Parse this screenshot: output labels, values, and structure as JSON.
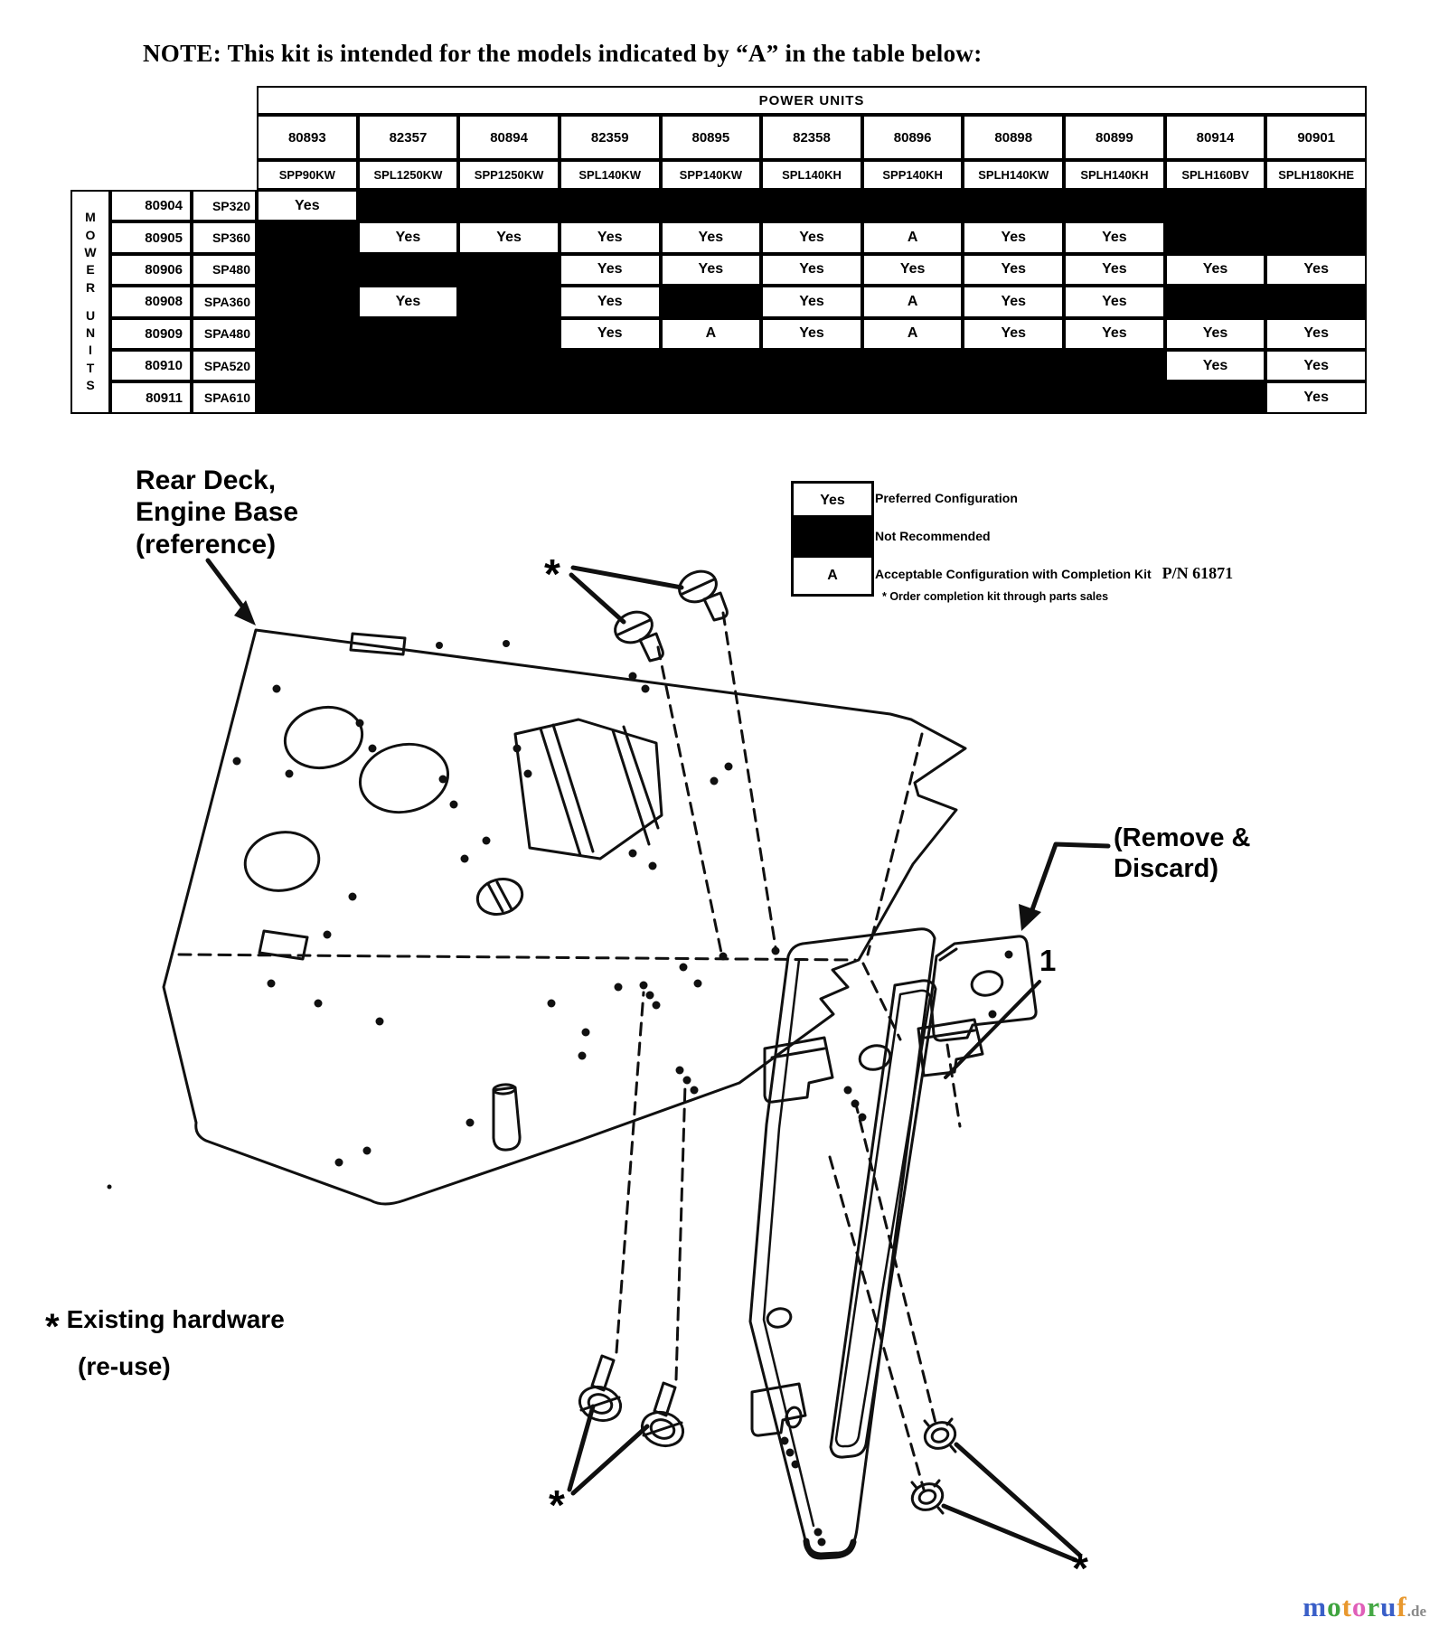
{
  "page": {
    "note": "NOTE: This kit is intended for the models indicated by “A” in the table below:"
  },
  "chart_data": {
    "type": "table",
    "title": "POWER UNITS",
    "row_group_label": "MOWER UNITS",
    "cell_codes": {
      "Yes": "Preferred Configuration",
      "": "Not Recommended",
      "A": "Acceptable Configuration with Completion Kit"
    },
    "columns": [
      {
        "number": "80893",
        "model": "SPP90KW"
      },
      {
        "number": "82357",
        "model": "SPL1250KW"
      },
      {
        "number": "80894",
        "model": "SPP1250KW"
      },
      {
        "number": "82359",
        "model": "SPL140KW"
      },
      {
        "number": "80895",
        "model": "SPP140KW"
      },
      {
        "number": "82358",
        "model": "SPL140KH"
      },
      {
        "number": "80896",
        "model": "SPP140KH"
      },
      {
        "number": "80898",
        "model": "SPLH140KW"
      },
      {
        "number": "80899",
        "model": "SPLH140KH"
      },
      {
        "number": "80914",
        "model": "SPLH160BV"
      },
      {
        "number": "90901",
        "model": "SPLH180KHE"
      }
    ],
    "rows": [
      {
        "number": "80904",
        "model": "SP320",
        "cells": [
          "Yes",
          "",
          "",
          "",
          "",
          "",
          "",
          "",
          "",
          "",
          ""
        ]
      },
      {
        "number": "80905",
        "model": "SP360",
        "cells": [
          "",
          "Yes",
          "Yes",
          "Yes",
          "Yes",
          "Yes",
          "A",
          "Yes",
          "Yes",
          "",
          ""
        ]
      },
      {
        "number": "80906",
        "model": "SP480",
        "cells": [
          "",
          "",
          "",
          "Yes",
          "Yes",
          "Yes",
          "Yes",
          "Yes",
          "Yes",
          "Yes",
          "Yes"
        ]
      },
      {
        "number": "80908",
        "model": "SPA360",
        "cells": [
          "",
          "Yes",
          "",
          "Yes",
          "",
          "Yes",
          "A",
          "Yes",
          "Yes",
          "",
          ""
        ]
      },
      {
        "number": "80909",
        "model": "SPA480",
        "cells": [
          "",
          "",
          "",
          "Yes",
          "A",
          "Yes",
          "A",
          "Yes",
          "Yes",
          "Yes",
          "Yes"
        ]
      },
      {
        "number": "80910",
        "model": "SPA520",
        "cells": [
          "",
          "",
          "",
          "",
          "",
          "",
          "",
          "",
          "",
          "Yes",
          "Yes"
        ]
      },
      {
        "number": "80911",
        "model": "SPA610",
        "cells": [
          "",
          "",
          "",
          "",
          "",
          "",
          "",
          "",
          "",
          "",
          "Yes"
        ]
      }
    ]
  },
  "legend": {
    "items": [
      {
        "symbol": "Yes",
        "style": "white",
        "label": "Preferred Configuration"
      },
      {
        "symbol": "",
        "style": "black",
        "label": "Not Recommended"
      },
      {
        "symbol": "A",
        "style": "white",
        "label": "Acceptable Configuration with Completion Kit",
        "pn": "P/N 61871"
      }
    ],
    "footnote": "* Order completion kit through parts sales"
  },
  "diagram": {
    "rear_deck_label": [
      "Rear Deck,",
      "Engine Base",
      "(reference)"
    ],
    "remove_discard_label": [
      "(Remove &",
      "Discard)"
    ],
    "item_number": "1",
    "existing_hardware_label": {
      "symbol": "*",
      "line1": "Existing hardware",
      "line2": "(re-use)"
    },
    "asterisk": "*"
  },
  "watermark": {
    "letters": [
      {
        "char": "m",
        "color": "#3a5fc8"
      },
      {
        "char": "o",
        "color": "#3fa43f"
      },
      {
        "char": "t",
        "color": "#e8982e"
      },
      {
        "char": "o",
        "color": "#e05fb8"
      },
      {
        "char": "r",
        "color": "#45a845"
      },
      {
        "char": "u",
        "color": "#3a5fc8"
      },
      {
        "char": "f",
        "color": "#e8982e"
      }
    ],
    "suffix": ".de"
  }
}
